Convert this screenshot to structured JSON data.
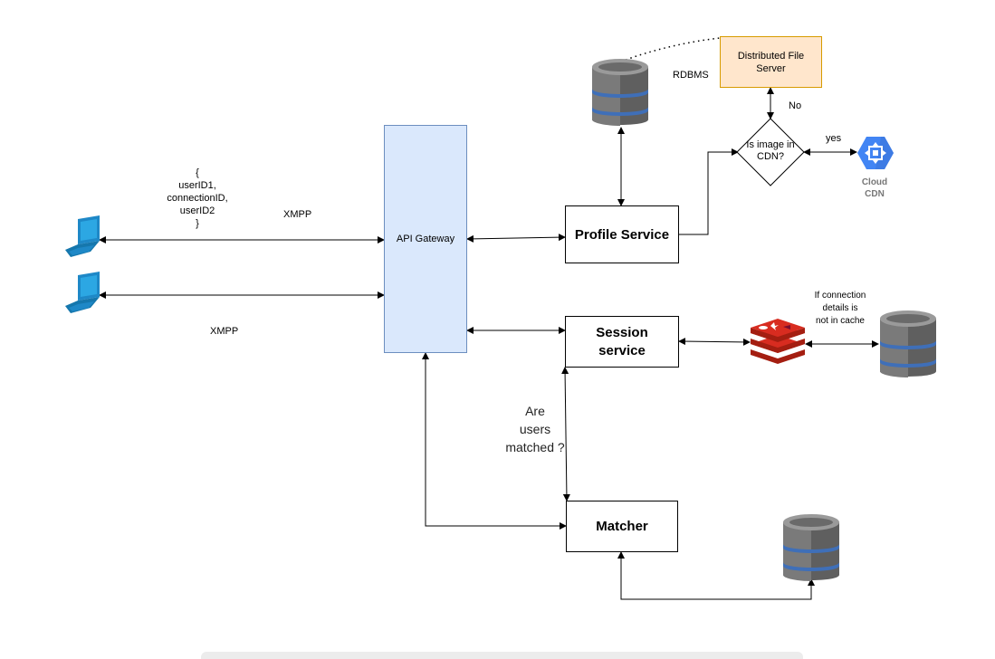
{
  "json_label": {
    "line1": "{",
    "line2": "userID1,",
    "line3": "connectionID,",
    "line4": "userID2",
    "line5": "}"
  },
  "xmpp_top": "XMPP",
  "xmpp_bottom": "XMPP",
  "api_gateway": "API Gateway",
  "profile_service": "Profile Service",
  "session_service": {
    "line1": "Session",
    "line2": "service"
  },
  "matcher": "Matcher",
  "rdbms": "RDBMS",
  "distributed_file_server": {
    "line1": "Distributed File",
    "line2": "Server"
  },
  "decision": {
    "line1": "Is image in",
    "line2": "CDN?"
  },
  "no_label": "No",
  "yes_label": "yes",
  "cloud_cdn": {
    "line1": "Cloud",
    "line2": "CDN"
  },
  "cache_note": {
    "line1": "If connection",
    "line2": "details is",
    "line3": "not in cache"
  },
  "match_question": {
    "line1": "Are",
    "line2": "users",
    "line3": "matched ?"
  },
  "colors": {
    "gateway_fill": "#dae8fc",
    "gateway_stroke": "#6c8ebf",
    "file_server_fill": "#ffe6cc",
    "file_server_stroke": "#d79b00",
    "redis": "#d82c20",
    "cdn": "#4285f4",
    "laptop": "#1e88c7"
  },
  "icons": [
    "laptop-icon",
    "laptop-icon",
    "database-icon",
    "database-icon",
    "database-icon",
    "redis-icon",
    "cloud-cdn-icon"
  ]
}
